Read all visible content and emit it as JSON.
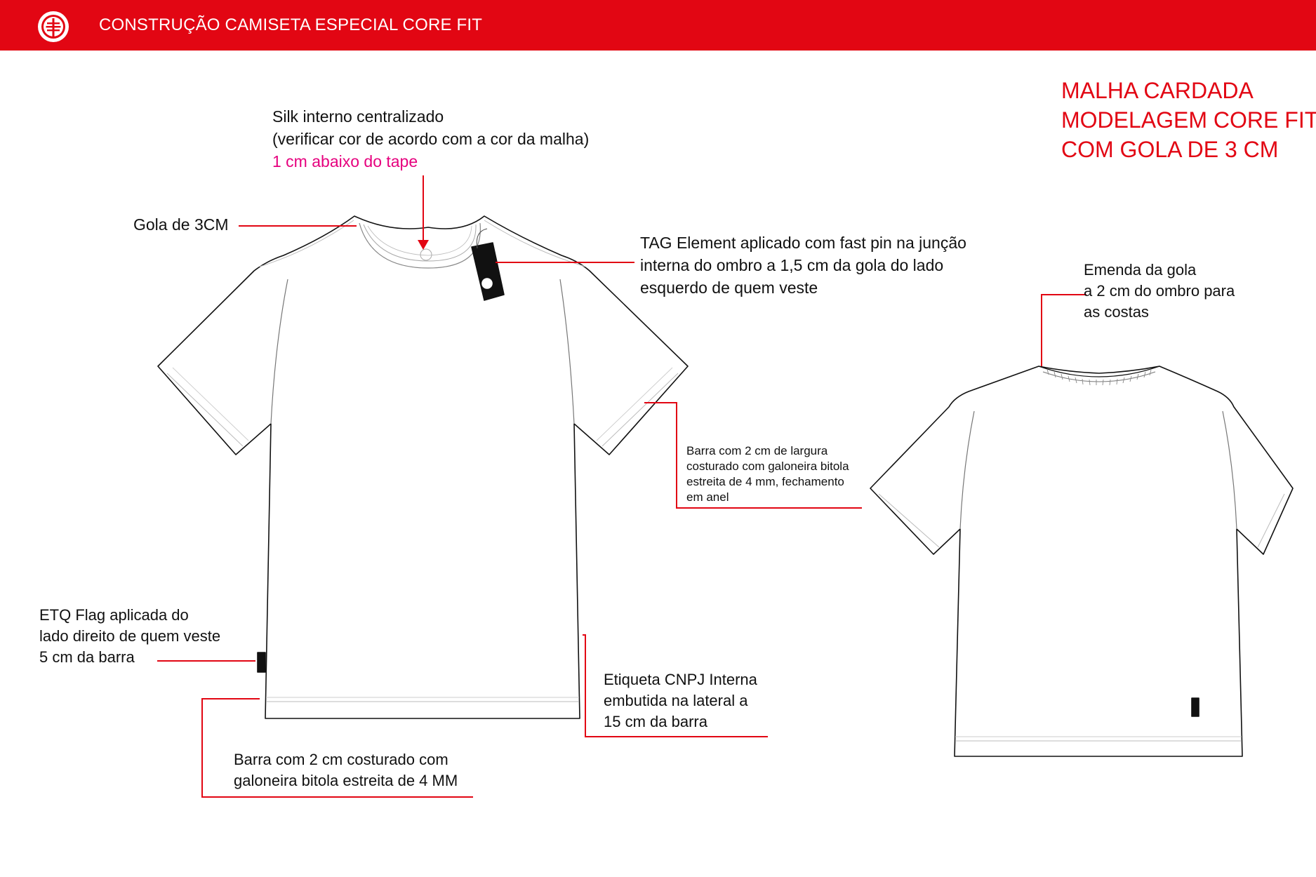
{
  "header": {
    "title": "CONSTRUÇÃO CAMISETA ESPECIAL CORE FIT"
  },
  "specs": [
    "MALHA CARDADA",
    "MODELAGEM CORE FIT",
    "COM GOLA DE 3 CM"
  ],
  "annotations": {
    "silk": {
      "line1": "Silk interno centralizado",
      "line2": "(verificar cor de acordo com a cor da malha)",
      "line3": "1 cm abaixo do tape"
    },
    "collar": "Gola de 3CM",
    "tag": {
      "line1": "TAG Element aplicado com fast pin na junção",
      "line2": "interna do ombro a 1,5 cm da gola do lado",
      "line3": "esquerdo de quem veste"
    },
    "sleeve_hem": {
      "line1": "Barra com 2 cm de largura",
      "line2": "costurado com galoneira bitola",
      "line3": "estreita de 4 mm, fechamento",
      "line4": "em anel"
    },
    "flag": {
      "line1": "ETQ Flag aplicada do",
      "line2": "lado direito de quem veste",
      "line3": "5 cm da barra"
    },
    "cnpj": {
      "line1": "Etiqueta CNPJ Interna",
      "line2": "embutida na lateral a",
      "line3": "15 cm da barra"
    },
    "body_hem": {
      "line1": "Barra com 2 cm costurado com",
      "line2": "galoneira bitola estreita de 4 MM"
    },
    "collar_seam": {
      "line1": "Emenda da gola",
      "line2": "a 2 cm do ombro para",
      "line3": "as costas"
    }
  },
  "colors": {
    "brand_red": "#e20613",
    "magenta": "#e6007e",
    "line": "#111111"
  },
  "icons": [
    "element-tree-logo-icon",
    "down-arrow-icon"
  ]
}
